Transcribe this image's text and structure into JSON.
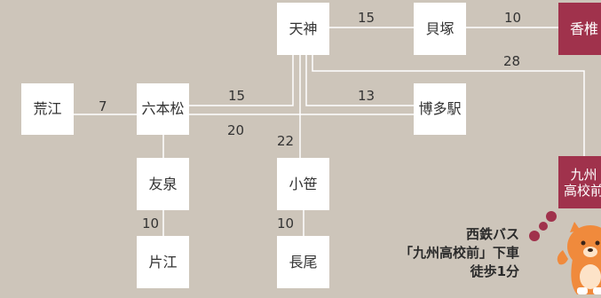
{
  "stations": {
    "arae": "荒江",
    "ropponmatsu": "六本松",
    "tomoizumi": "友泉",
    "katae": "片江",
    "tenjin": "天神",
    "kozasa": "小笹",
    "nagao": "長尾",
    "kaizuka": "貝塚",
    "hakata": "博多駅",
    "kashii": "香椎",
    "school": "九州\n高校前"
  },
  "minutes": {
    "arae_ropponmatsu": "7",
    "ropponmatsu_tenjin": "15",
    "ropponmatsu_hakata": "20",
    "tenjin_kaizuka": "15",
    "kaizuka_kashii": "10",
    "tenjin_hakata": "13",
    "tenjin_school": "28",
    "tenjin_kozasa": "22",
    "tomoizumi_katae": "10",
    "kozasa_nagao": "10"
  },
  "access_note": {
    "line1": "西鉄バス",
    "line2": "「九州高校前」下車",
    "line3": "徒歩1分"
  },
  "colors": {
    "background": "#cdc5ba",
    "node": "#ffffff",
    "destination": "#a0324c",
    "route_line": "#ffffff",
    "mascot": "#f08a3c",
    "dots": "#a0324c"
  },
  "icons": [
    "school-mascot-icon",
    "decorative-dots-icon"
  ]
}
